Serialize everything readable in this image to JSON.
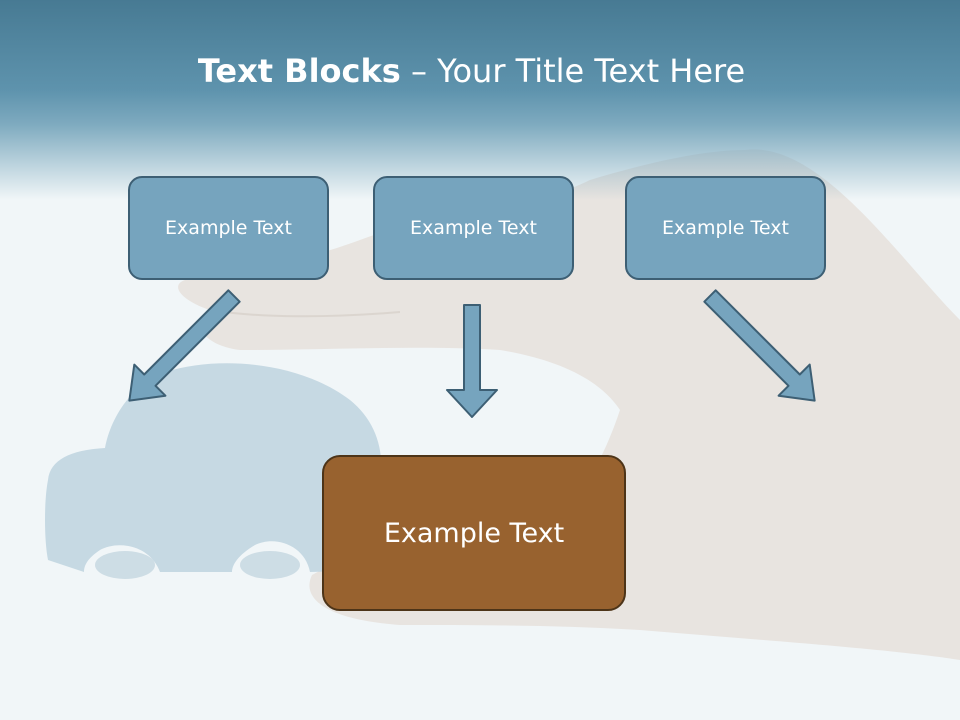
{
  "title": {
    "bold": "Text Blocks",
    "light": " – Your Title Text Here"
  },
  "blocks": {
    "top": [
      {
        "label": "Example Text"
      },
      {
        "label": "Example Text"
      },
      {
        "label": "Example Text"
      }
    ],
    "bottom": {
      "label": "Example Text"
    }
  },
  "colors": {
    "header": "#5e93ad",
    "small_box_fill": "#76a4be",
    "small_box_border": "#3d5f74",
    "big_box_fill": "#98622f",
    "big_box_border": "#4d3418",
    "arrow_fill": "#76a4be",
    "arrow_border": "#3d5f74"
  }
}
